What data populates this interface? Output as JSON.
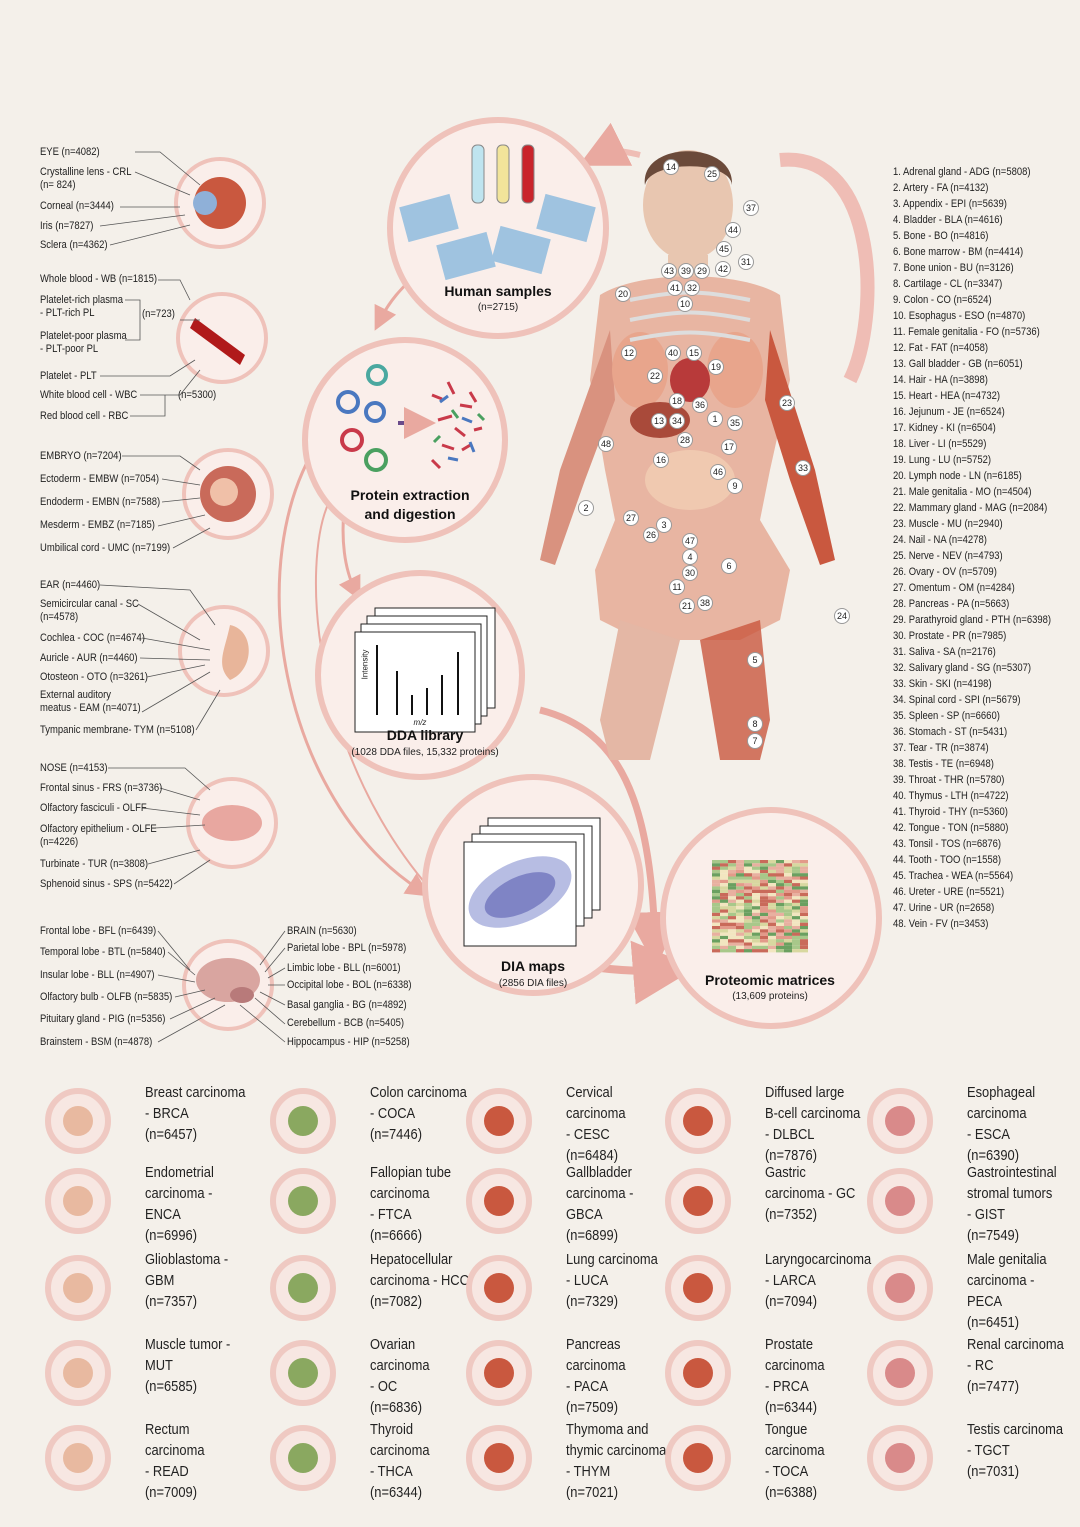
{
  "pipeline": {
    "human_samples": {
      "title": "Human samples",
      "sub": "(n=2715)"
    },
    "protein": {
      "title": "Protein extraction\nand digestion"
    },
    "dda": {
      "title": "DDA library",
      "sub": "(1028 DDA files, 15,332 proteins)",
      "ylabel": "Intensity",
      "xlabel": "m/z"
    },
    "dia": {
      "title": "DIA maps",
      "sub": "(2856 DIA files)"
    },
    "matrices": {
      "title": "Proteomic matrices",
      "sub": "(13,609 proteins)"
    }
  },
  "organ_groups": {
    "eye": [
      "EYE (n=4082)",
      "Crystalline lens - CRL\n(n= 824)",
      "Corneal (n=3444)",
      "Iris (n=7827)",
      "Sclera (n=4362)"
    ],
    "blood": [
      "Whole blood - WB (n=1815)",
      "Platelet-rich plasma\n- PLT-rich PL",
      "Platelet-poor plasma\n- PLT-poor PL",
      "Platelet - PLT",
      "White blood cell - WBC",
      "Red blood cell - RBC",
      "(n=723)",
      "(n=5300)"
    ],
    "embryo": [
      "EMBRYO (n=7204)",
      "Ectoderm - EMBW (n=7054)",
      "Endoderm - EMBN (n=7588)",
      "Mesderm - EMBZ (n=7185)",
      "Umbilical cord - UMC (n=7199)"
    ],
    "ear": [
      "EAR (n=4460)",
      "Semicircular canal  - SC\n(n=4578)",
      "Cochlea - COC (n=4674)",
      "Auricle - AUR (n=4460)",
      "Otosteon - OTO (n=3261)",
      "External auditory\nmeatus - EAM (n=4071)",
      "Tympanic membrane- TYM (n=5108)"
    ],
    "nose": [
      "NOSE (n=4153)",
      "Frontal sinus - FRS (n=3736)",
      "Olfactory fasciculi - OLFF",
      "Olfactory epithelium - OLFE\n(n=4226)",
      "Turbinate - TUR (n=3808)",
      "Sphenoid sinus - SPS (n=5422)"
    ],
    "brain_left": [
      "Frontal lobe - BFL (n=6439)",
      "Temporal lobe - BTL (n=5840)",
      "Insular lobe - BLL (n=4907)",
      "Olfactory bulb - OLFB (n=5835)",
      "Pituitary gland - PIG (n=5356)",
      "Brainstem - BSM (n=4878)"
    ],
    "brain_right": [
      "BRAIN (n=5630)",
      "Parietal lobe - BPL (n=5978)",
      "Limbic lobe - BLL (n=6001)",
      "Occipital lobe - BOL (n=6338)",
      "Basal ganglia - BG (n=4892)",
      "Cerebellum - BCB (n=5405)",
      "Hippocampus - HIP (n=5258)"
    ]
  },
  "tissues": [
    "1. Adrenal gland - ADG (n=5808)",
    "2. Artery - FA (n=4132)",
    "3. Appendix - EPI (n=5639)",
    "4. Bladder - BLA (n=4616)",
    "5. Bone - BO (n=4816)",
    "6. Bone marrow - BM (n=4414)",
    "7. Bone union - BU (n=3126)",
    "8. Cartilage - CL (n=3347)",
    "9. Colon - CO (n=6524)",
    "10. Esophagus - ESO (n=4870)",
    "11. Female genitalia - FO (n=5736)",
    "12. Fat - FAT (n=4058)",
    "13. Gall bladder - GB (n=6051)",
    "14. Hair - HA (n=3898)",
    "15. Heart - HEA (n=4732)",
    "16. Jejunum - JE (n=6524)",
    "17. Kidney - KI (n=6504)",
    "18. Liver - LI (n=5529)",
    "19. Lung - LU (n=5752)",
    "20. Lymph node - LN (n=6185)",
    "21. Male genitalia - MO (n=4504)",
    "22. Mammary  gland - MAG (n=2084)",
    "23. Muscle - MU (n=2940)",
    "24. Nail - NA (n=4278)",
    "25. Nerve - NEV (n=4793)",
    "26. Ovary - OV (n=5709)",
    "27. Omentum - OM (n=4284)",
    "28. Pancreas - PA (n=5663)",
    "29. Parathyroid gland - PTH (n=6398)",
    "30. Prostate - PR (n=7985)",
    "31. Saliva - SA (n=2176)",
    "32. Salivary gland - SG (n=5307)",
    "33. Skin - SKI (n=4198)",
    "34. Spinal cord - SPI (n=5679)",
    "35. Spleen - SP (n=6660)",
    "36. Stomach - ST (n=5431)",
    "37. Tear - TR (n=3874)",
    "38. Testis - TE (n=6948)",
    "39. Throat - THR (n=5780)",
    "40. Thymus - LTH (n=4722)",
    "41. Thyroid - THY (n=5360)",
    "42. Tongue - TON (n=5880)",
    "43. Tonsil - TOS (n=6876)",
    "44. Tooth - TOO (n=1558)",
    "45. Trachea - WEA (n=5564)",
    "46. Ureter - URE (n=5521)",
    "47. Urine - UR (n=2658)",
    "48. Vein - FV (n=3453)"
  ],
  "body_numbers": [
    "14",
    "25",
    "37",
    "44",
    "45",
    "31",
    "43",
    "39",
    "29",
    "42",
    "41",
    "32",
    "20",
    "10",
    "12",
    "40",
    "15",
    "19",
    "22",
    "18",
    "36",
    "13",
    "34",
    "1",
    "35",
    "23",
    "28",
    "17",
    "48",
    "16",
    "46",
    "33",
    "9",
    "2",
    "27",
    "3",
    "26",
    "47",
    "4",
    "6",
    "30",
    "11",
    "21",
    "38",
    "24",
    "5",
    "8",
    "7"
  ],
  "cancers": [
    "Breast carcinoma\n- BRCA\n(n=6457)",
    "Colon carcinoma\n- COCA\n(n=7446)",
    "Cervical carcinoma\n- CESC\n(n=6484)",
    "Diffused large\nB-cell carcinoma\n- DLBCL\n(n=7876)",
    "Esophageal\ncarcinoma\n- ESCA\n(n=6390)",
    "Endometrial\ncarcinoma - ENCA\n(n=6996)",
    "Fallopian tube\ncarcinoma\n- FTCA\n(n=6666)",
    "Gallbladder\ncarcinoma - GBCA\n(n=6899)",
    "Gastric\ncarcinoma - GC\n(n=7352)",
    "Gastrointestinal\nstromal tumors\n- GIST\n(n=7549)",
    "Glioblastoma - GBM\n(n=7357)",
    "Hepatocellular\ncarcinoma - HCC\n(n=7082)",
    "Lung carcinoma\n- LUCA\n(n=7329)",
    "Laryngocarcinoma\n- LARCA\n(n=7094)",
    "Male genitalia\ncarcinoma - PECA\n(n=6451)",
    "Muscle tumor - MUT\n(n=6585)",
    "Ovarian carcinoma\n- OC\n(n=6836)",
    "Pancreas carcinoma\n- PACA\n(n=7509)",
    "Prostate carcinoma\n- PRCA\n(n=6344)",
    "Renal carcinoma\n- RC\n(n=7477)",
    "Rectum carcinoma\n- READ\n(n=7009)",
    "Thyroid carcinoma\n- THCA\n(n=6344)",
    "Thymoma and\nthymic carcinoma\n- THYM\n(n=7021)",
    "Tongue carcinoma\n- TOCA\n(n=6388)",
    "Testis carcinoma\n- TGCT\n(n=7031)"
  ],
  "colors": {
    "background": "#f4f0ea",
    "accent": "#e9a9a0",
    "circle_fill": "#faeeea",
    "circle_ring": "#efc2ba"
  }
}
